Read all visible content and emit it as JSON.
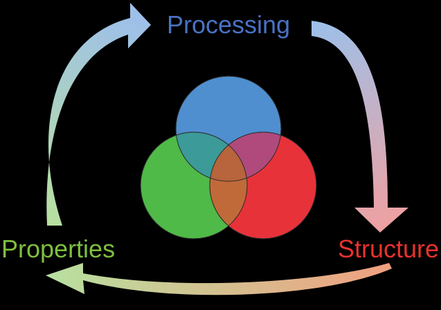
{
  "labels": {
    "processing": "Processing",
    "structure": "Structure",
    "properties": "Properties"
  },
  "colors": {
    "background": "#000000",
    "processing": "#4a72c4",
    "structure": "#e8322e",
    "properties": "#7fbf3f",
    "circle_blue": "#4f8fd0",
    "circle_green": "#4fba48",
    "circle_red": "#e8323a",
    "overlap_blue_green": "#3c9a98",
    "overlap_blue_red": "#b04a7c",
    "overlap_green_red": "#c06a3a",
    "overlap_all": "#b8643c",
    "arrow_blue_tint": "#9ec0e8",
    "arrow_pink_tint": "#e8a0a8",
    "arrow_salmon_tint": "#f0a080",
    "arrow_green_tint": "#b8e0a0"
  },
  "circles": [
    {
      "name": "processing-circle",
      "color": "#4f8fd0"
    },
    {
      "name": "properties-circle",
      "color": "#4fba48"
    },
    {
      "name": "structure-circle",
      "color": "#e8323a"
    }
  ]
}
